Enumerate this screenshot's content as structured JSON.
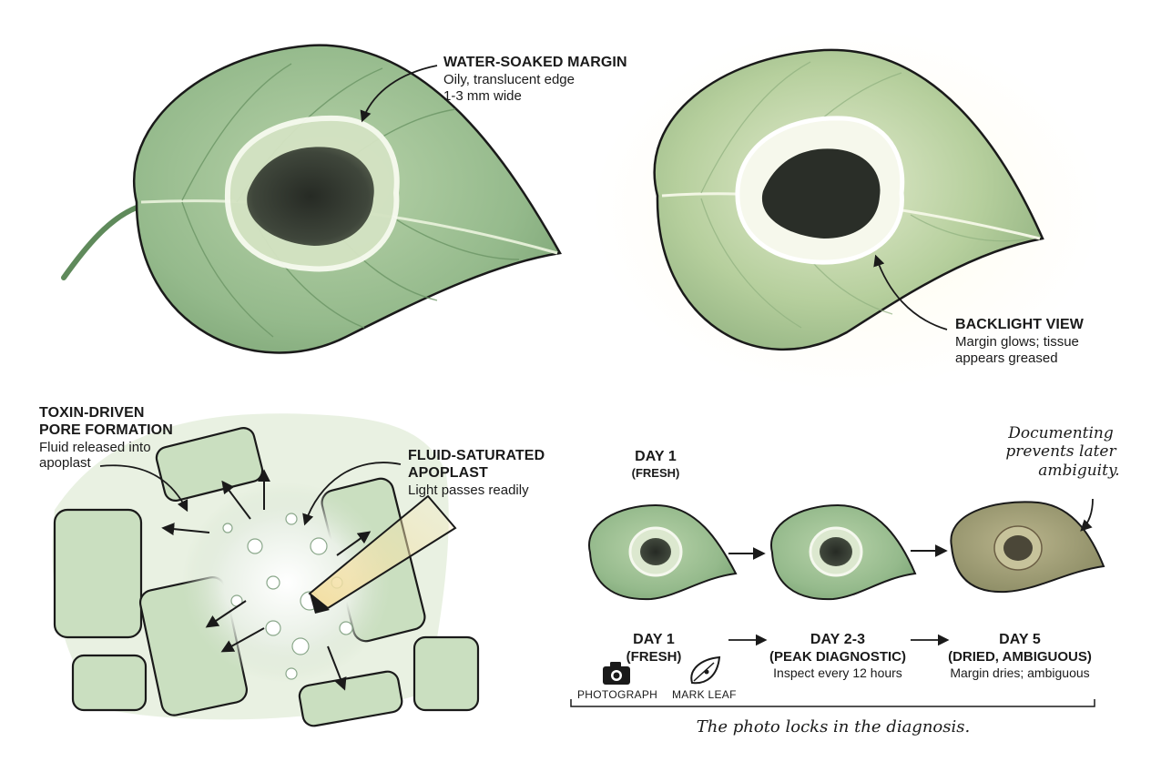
{
  "callouts": {
    "water_soaked": {
      "title": "WATER-SOAKED MARGIN",
      "line1": "Oily, translucent edge",
      "line2": "1-3 mm wide"
    },
    "backlight": {
      "title": "BACKLIGHT VIEW",
      "line1": "Margin glows; tissue",
      "line2": "appears greased"
    },
    "toxin": {
      "title1": "TOXIN-DRIVEN",
      "title2": "PORE FORMATION",
      "line1": "Fluid released into",
      "line2": "apoplast"
    },
    "apoplast": {
      "title1": "FLUID-SATURATED",
      "title2": "APOPLAST",
      "line1": "Light passes readily"
    }
  },
  "timeline": {
    "top_label": {
      "title": "DAY 1",
      "sub": "(FRESH)"
    },
    "stages": [
      {
        "title": "DAY 1",
        "sub": "(FRESH)"
      },
      {
        "title": "DAY 2-3",
        "sub": "(PEAK DIAGNOSTIC)",
        "note": "Inspect every 12 hours"
      },
      {
        "title": "DAY 5",
        "sub": "(DRIED, AMBIGUOUS)",
        "note": "Margin dries; ambiguous"
      }
    ],
    "actions": {
      "photograph": "PHOTOGRAPH",
      "mark_leaf": "MARK LEAF"
    },
    "note_handwritten": {
      "line1": "Documenting",
      "line2": "prevents later",
      "line3": "ambiguity."
    },
    "caption": "The photo locks in the diagnosis."
  },
  "icons": {
    "photograph": "camera-icon",
    "mark_leaf": "leaf-tag-icon"
  },
  "colors": {
    "leaf_fresh": "#9cbf92",
    "leaf_dark": "#6f9a6c",
    "lesion": "#3b3f36",
    "halo": "#e9eedc",
    "leaf_dried": "#a8a27c",
    "ink": "#1a1a1a",
    "light_beam": "#f3e3b0"
  }
}
